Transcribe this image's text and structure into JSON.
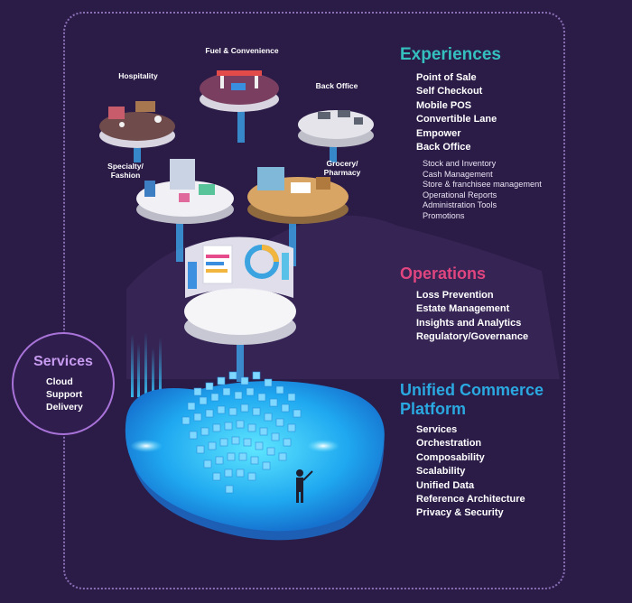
{
  "sections": {
    "experiences": {
      "title": "Experiences",
      "items": [
        "Point of Sale",
        "Self Checkout",
        "Mobile POS",
        "Convertible Lane",
        "Empower",
        "Back Office"
      ],
      "subitems": [
        "Stock and Inventory",
        "Cash Management",
        "Store & franchisee management",
        "Operational Reports",
        "Administration Tools",
        "Promotions"
      ]
    },
    "operations": {
      "title": "Operations",
      "items": [
        "Loss Prevention",
        "Estate Management",
        "Insights and Analytics",
        "Regulatory/Governance"
      ]
    },
    "platform": {
      "title_line1": "Unified Commerce",
      "title_line2": "Platform",
      "items": [
        "Services",
        "Orchestration",
        "Composability",
        "Scalability",
        "Unified Data",
        "Reference Architecture",
        "Privacy & Security"
      ]
    }
  },
  "services": {
    "title": "Services",
    "items": [
      "Cloud",
      "Support",
      "Delivery"
    ]
  },
  "illustration_labels": {
    "hospitality": "Hospitality",
    "fuel": "Fuel & Convenience",
    "back_office": "Back Office",
    "specialty_line1": "Specialty/",
    "specialty_line2": "Fashion",
    "grocery_line1": "Grocery/",
    "grocery_line2": "Pharmacy"
  },
  "colors": {
    "background": "#2b1b47",
    "experiences": "#35c0c0",
    "operations": "#e0457f",
    "platform": "#2aa9e0",
    "services": "#c79cf0",
    "frame": "#8a6fb5"
  }
}
